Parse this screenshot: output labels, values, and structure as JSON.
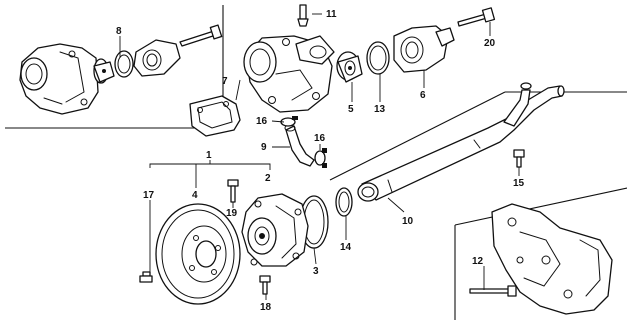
{
  "diagram": {
    "labels": {
      "p1": "1",
      "p2": "2",
      "p3": "3",
      "p4": "4",
      "p5": "5",
      "p6": "6",
      "p7": "7",
      "p8": "8",
      "p9": "9",
      "p10": "10",
      "p11": "11",
      "p12": "12",
      "p13": "13",
      "p14": "14",
      "p15": "15",
      "p16a": "16",
      "p16b": "16",
      "p17": "17",
      "p18": "18",
      "p19": "19",
      "p20": "20"
    }
  }
}
